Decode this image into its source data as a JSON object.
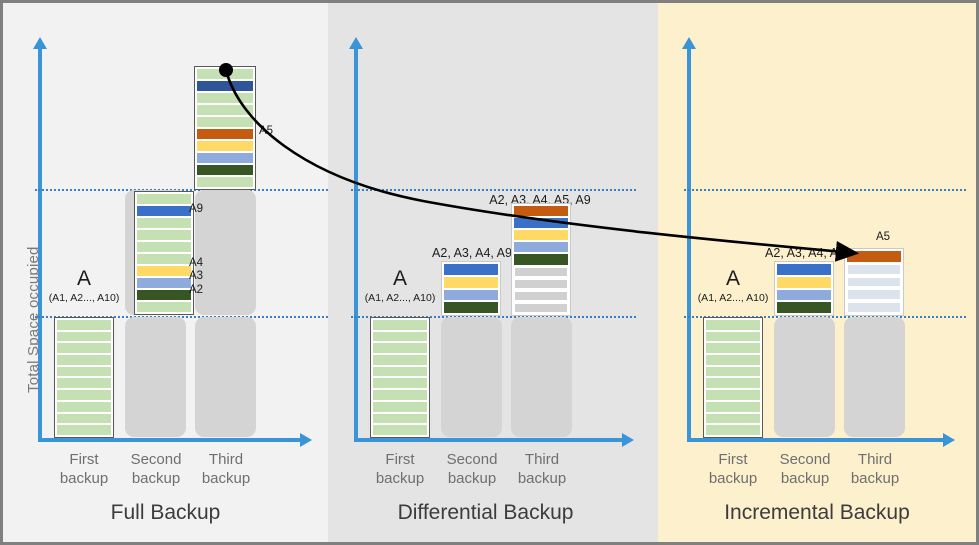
{
  "figure": {
    "y_axis_label": "Total Space occupied",
    "annotation_label": "A5"
  },
  "colors": {
    "green": "#c5e0b3",
    "blue": "#3a71c8",
    "dark_blue": "#2e5597",
    "light_blue": "#8faadc",
    "yellow": "#ffd966",
    "dark_green": "#375623",
    "orange": "#c55a11",
    "gray": "#d0d0d0",
    "pale_gray": "#dde3ec",
    "axis": "#3a94d8",
    "gridline": "#3a7fc1",
    "panel_full_bg": "#f2f2f2",
    "panel_diff_bg": "#e4e4e4",
    "panel_incr_bg": "#fdf0cd"
  },
  "panels": [
    {
      "id": "full",
      "title": "Full Backup",
      "ticks": [
        "First\nbackup",
        "Second\nbackup",
        "Third\nbackup"
      ],
      "first_bar_title": "A",
      "first_bar_subtitle": "(A1, A2..., A10)",
      "bars": [
        {
          "name": "first-backup-bar",
          "caption": "",
          "segments": [
            {
              "color": "green",
              "label": ""
            },
            {
              "color": "green",
              "label": ""
            },
            {
              "color": "green",
              "label": ""
            },
            {
              "color": "green",
              "label": ""
            },
            {
              "color": "green",
              "label": ""
            },
            {
              "color": "green",
              "label": ""
            },
            {
              "color": "green",
              "label": ""
            },
            {
              "color": "green",
              "label": ""
            },
            {
              "color": "green",
              "label": ""
            },
            {
              "color": "green",
              "label": ""
            }
          ]
        },
        {
          "name": "second-backup-bar",
          "caption": "",
          "segments": [
            {
              "color": "green",
              "label": ""
            },
            {
              "color": "blue",
              "label": "A9"
            },
            {
              "color": "green",
              "label": ""
            },
            {
              "color": "green",
              "label": ""
            },
            {
              "color": "green",
              "label": ""
            },
            {
              "color": "green",
              "label": ""
            },
            {
              "color": "yellow",
              "label": "A4"
            },
            {
              "color": "light_blue",
              "label": "A3"
            },
            {
              "color": "dark_green",
              "label": "A2"
            },
            {
              "color": "green",
              "label": ""
            }
          ]
        },
        {
          "name": "third-backup-bar",
          "caption": "",
          "segments": [
            {
              "color": "green",
              "label": ""
            },
            {
              "color": "dark_blue",
              "label": ""
            },
            {
              "color": "green",
              "label": ""
            },
            {
              "color": "green",
              "label": ""
            },
            {
              "color": "green",
              "label": ""
            },
            {
              "color": "orange",
              "label": ""
            },
            {
              "color": "yellow",
              "label": ""
            },
            {
              "color": "light_blue",
              "label": ""
            },
            {
              "color": "dark_green",
              "label": ""
            },
            {
              "color": "green",
              "label": ""
            }
          ]
        }
      ]
    },
    {
      "id": "diff",
      "title": "Differential Backup",
      "ticks": [
        "First\nbackup",
        "Second\nbackup",
        "Third\nbackup"
      ],
      "first_bar_title": "A",
      "first_bar_subtitle": "(A1, A2..., A10)",
      "bars": [
        {
          "name": "first-backup-bar",
          "caption": "",
          "segments": [
            {
              "color": "green",
              "label": ""
            },
            {
              "color": "green",
              "label": ""
            },
            {
              "color": "green",
              "label": ""
            },
            {
              "color": "green",
              "label": ""
            },
            {
              "color": "green",
              "label": ""
            },
            {
              "color": "green",
              "label": ""
            },
            {
              "color": "green",
              "label": ""
            },
            {
              "color": "green",
              "label": ""
            },
            {
              "color": "green",
              "label": ""
            },
            {
              "color": "green",
              "label": ""
            }
          ]
        },
        {
          "name": "second-backup-bar",
          "caption": "A2, A3, A4, A9",
          "segments": [
            {
              "color": "blue",
              "label": ""
            },
            {
              "color": "yellow",
              "label": ""
            },
            {
              "color": "light_blue",
              "label": ""
            },
            {
              "color": "dark_green",
              "label": ""
            }
          ]
        },
        {
          "name": "third-backup-bar",
          "caption": "A2, A3, A4, A5, A9",
          "segments": [
            {
              "color": "orange",
              "label": ""
            },
            {
              "color": "blue",
              "label": ""
            },
            {
              "color": "yellow",
              "label": ""
            },
            {
              "color": "light_blue",
              "label": ""
            },
            {
              "color": "dark_green",
              "label": ""
            },
            {
              "color": "gray",
              "label": ""
            },
            {
              "color": "gray",
              "label": ""
            },
            {
              "color": "gray",
              "label": ""
            },
            {
              "color": "gray",
              "label": ""
            }
          ]
        }
      ]
    },
    {
      "id": "incr",
      "title": "Incremental Backup",
      "ticks": [
        "First\nbackup",
        "Second\nbackup",
        "Third\nbackup"
      ],
      "first_bar_title": "A",
      "first_bar_subtitle": "(A1, A2..., A10)",
      "bars": [
        {
          "name": "first-backup-bar",
          "caption": "",
          "segments": [
            {
              "color": "green",
              "label": ""
            },
            {
              "color": "green",
              "label": ""
            },
            {
              "color": "green",
              "label": ""
            },
            {
              "color": "green",
              "label": ""
            },
            {
              "color": "green",
              "label": ""
            },
            {
              "color": "green",
              "label": ""
            },
            {
              "color": "green",
              "label": ""
            },
            {
              "color": "green",
              "label": ""
            },
            {
              "color": "green",
              "label": ""
            },
            {
              "color": "green",
              "label": ""
            }
          ]
        },
        {
          "name": "second-backup-bar",
          "caption": "A2, A3, A4, A9",
          "segments": [
            {
              "color": "blue",
              "label": ""
            },
            {
              "color": "yellow",
              "label": ""
            },
            {
              "color": "light_blue",
              "label": ""
            },
            {
              "color": "dark_green",
              "label": ""
            }
          ]
        },
        {
          "name": "third-backup-bar",
          "caption": "",
          "segments": [
            {
              "color": "orange",
              "label": ""
            },
            {
              "color": "pale_gray",
              "label": ""
            },
            {
              "color": "pale_gray",
              "label": ""
            },
            {
              "color": "pale_gray",
              "label": ""
            },
            {
              "color": "pale_gray",
              "label": ""
            }
          ]
        }
      ]
    }
  ]
}
